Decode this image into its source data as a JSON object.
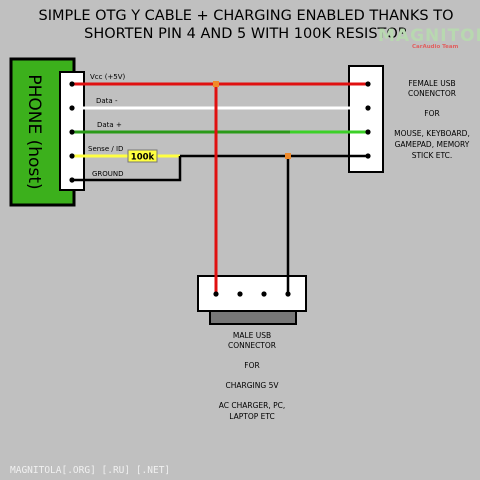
{
  "title": {
    "line1": "SIMPLE OTG Y CABLE + CHARGING ENABLED THANKS TO",
    "line2": "SHORTEN PIN 4 AND 5 WITH 100K RESISTOR"
  },
  "phone": {
    "label": "PHONE (host)"
  },
  "pins": {
    "vcc": "Vcc (+5V)",
    "data_minus": "Data -",
    "data_plus": "Data +",
    "sense": "Sense / ID",
    "ground": "GROUND"
  },
  "resistor": {
    "label": "100k"
  },
  "female": {
    "line1": "FEMALE USB",
    "line2": "CONENCTOR",
    "for": "FOR",
    "line3": "MOUSE, KEYBOARD,",
    "line4": "GAMEPAD, MEMORY",
    "line5": "STICK ETC."
  },
  "male": {
    "line1": "MALE USB",
    "line2": "CONNECTOR",
    "for": "FOR",
    "line3": "CHARGING 5V",
    "line4": "AC CHARGER, PC,",
    "line5": "LAPTOP ETC"
  },
  "watermark": {
    "logo": "MAGNITOLA",
    "sub": "CarAudio Team"
  },
  "footer": "MAGNITOLA[.ORG] [.RU] [.NET]",
  "colors": {
    "background": "#c0c0c0",
    "phone_green": "#3cb01c",
    "vcc_wire": "#e01010",
    "data_minus_wire": "#ffffff",
    "data_plus_wire": "#2a9a18",
    "sense_wire": "#ffff40",
    "ground_wire": "#000000",
    "junction": "#f08a2a"
  }
}
